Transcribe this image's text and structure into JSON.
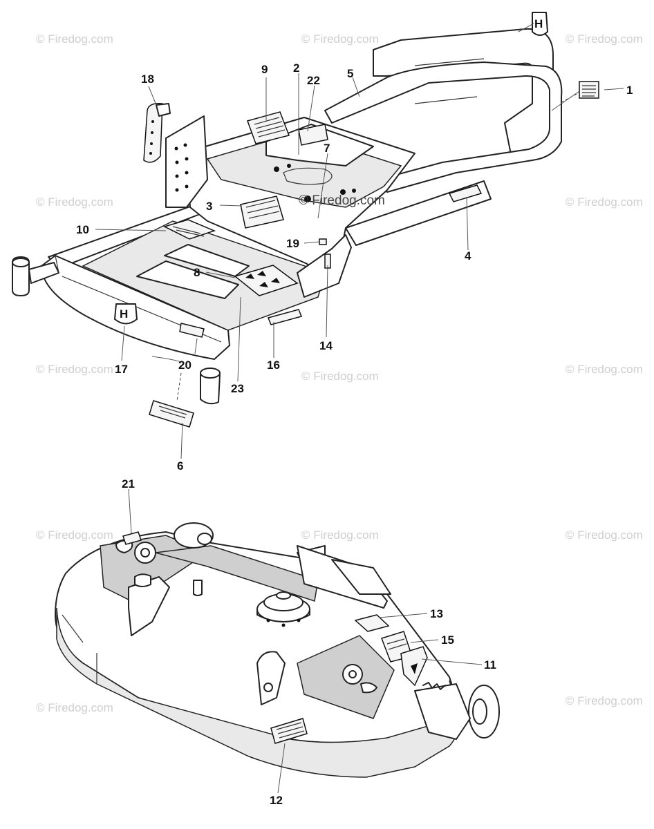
{
  "watermark": {
    "text": "© Firedog.com",
    "center_text": "© Firedog.com"
  },
  "callouts": {
    "n1": "1",
    "n2": "2",
    "n3": "3",
    "n4": "4",
    "n5": "5",
    "n6": "6",
    "n7": "7",
    "n8": "8",
    "n9": "9",
    "n10": "10",
    "n11": "11",
    "n12": "12",
    "n13": "13",
    "n14": "14",
    "n15": "15",
    "n16": "16",
    "n17": "17",
    "n18": "18",
    "n19": "19",
    "n20": "20",
    "n21": "21",
    "n22": "22",
    "n23": "23"
  },
  "colors": {
    "ink": "#111111",
    "watermark": "#cfcfcf",
    "panel": "#e9e9e9"
  }
}
